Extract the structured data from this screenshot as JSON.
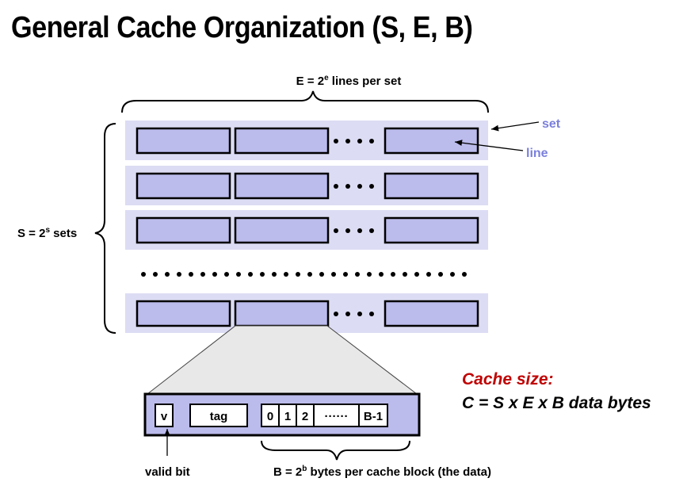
{
  "title": "General Cache Organization (S, E, B)",
  "labels": {
    "lines_per_set": {
      "prefix": "E = 2",
      "sup": "e",
      "suffix": " lines per set"
    },
    "sets": {
      "prefix": "S = 2",
      "sup": "s",
      "suffix": " sets"
    },
    "set": "set",
    "line": "line",
    "valid_bit": "valid bit",
    "bytes_per_block": {
      "prefix": "B = 2",
      "sup": "b",
      "suffix": " bytes per cache block (the data)"
    }
  },
  "line_fields": {
    "valid": "v",
    "tag": "tag",
    "bytes": [
      "0",
      "1",
      "2",
      "······",
      "B-1"
    ]
  },
  "cache_size": {
    "heading": "Cache size:",
    "formula": "C = S x E x B data bytes"
  },
  "colors": {
    "set_background": "#dcdcf4",
    "line_fill": "#bbbbec",
    "expanded_fill": "#e8e8e8",
    "blue_label": "#7b80dc",
    "cache_size_heading": "#c00000"
  }
}
